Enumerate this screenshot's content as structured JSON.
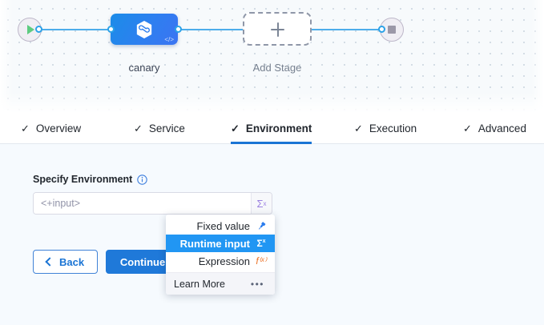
{
  "pipeline": {
    "start_node": {
      "icon": "play-icon",
      "name": "start-node"
    },
    "end_node": {
      "icon": "stop-icon",
      "name": "end-node"
    },
    "stage": {
      "label": "canary",
      "icon": "harness-hexagon-icon",
      "badge": "</>"
    },
    "add_stage": {
      "label": "Add Stage",
      "icon": "plus-icon"
    }
  },
  "tabs": [
    {
      "label": "Overview",
      "check": "✓",
      "active": false
    },
    {
      "label": "Service",
      "check": "✓",
      "active": false
    },
    {
      "label": "Environment",
      "check": "✓",
      "active": true
    },
    {
      "label": "Execution",
      "check": "✓",
      "active": false
    },
    {
      "label": "Advanced",
      "check": "✓",
      "active": false
    }
  ],
  "form": {
    "field_label": "Specify Environment",
    "info_icon": "info-icon",
    "input_value": "",
    "input_placeholder": "<+input>",
    "sigma_sigma": "Σ",
    "sigma_sup": "x"
  },
  "buttons": {
    "back_label": "Back",
    "continue_label": "Continue"
  },
  "dropdown": {
    "items": [
      {
        "label": "Fixed value",
        "icon": "pin-icon",
        "selected": false
      },
      {
        "label": "Runtime input",
        "icon": "sigma-icon",
        "selected": true
      },
      {
        "label": "Expression",
        "icon": "fx-icon",
        "selected": false
      }
    ],
    "footer": {
      "label": "Learn More",
      "more_icon": "•••"
    },
    "sigma_sigma": "Σ",
    "sigma_sup": "x",
    "fx_glyph": "f⁽ˣ⁾"
  },
  "colors": {
    "accent_blue": "#1f79d9",
    "selected_blue": "#2196f3",
    "edge_blue": "#4dadeb",
    "sigma_purple": "#8f76dd",
    "expression_orange": "#ec7328",
    "play_green": "#5dcb80",
    "canvas_bg": "#f7fafc",
    "form_bg": "#f6fafe"
  }
}
